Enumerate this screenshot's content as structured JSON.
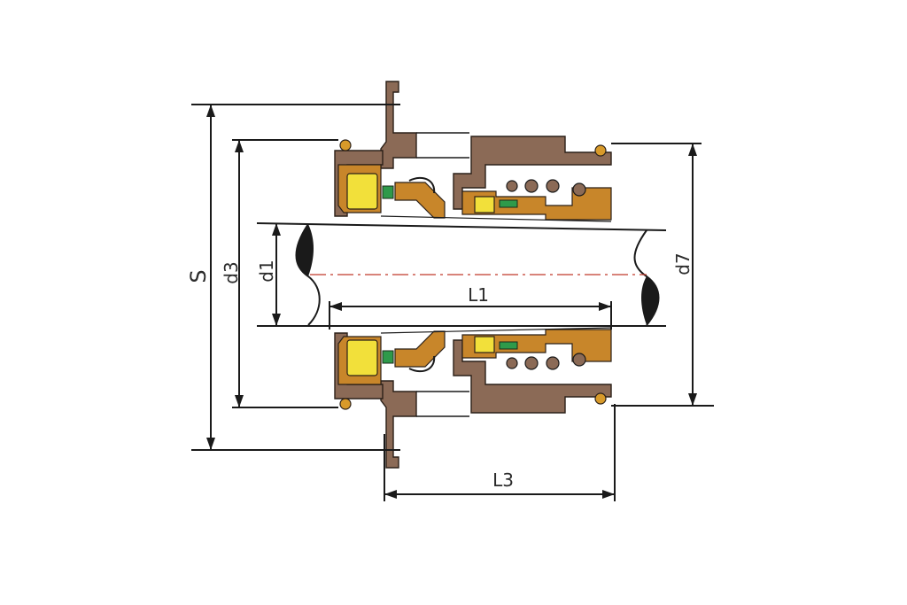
{
  "labels": {
    "s": "S",
    "d3": "d3",
    "d1": "d1",
    "d7": "d7",
    "l1": "L1",
    "l3": "L3"
  },
  "colors": {
    "housing": "#8b6a56",
    "sleeve": "#c8862a",
    "seat": "#f2e03a",
    "elastomer": "#2e9a4a",
    "oring": "#d89a2a",
    "centerline": "#c0392b",
    "shaft": "#ffffff",
    "lines": "#1a1a1a"
  }
}
